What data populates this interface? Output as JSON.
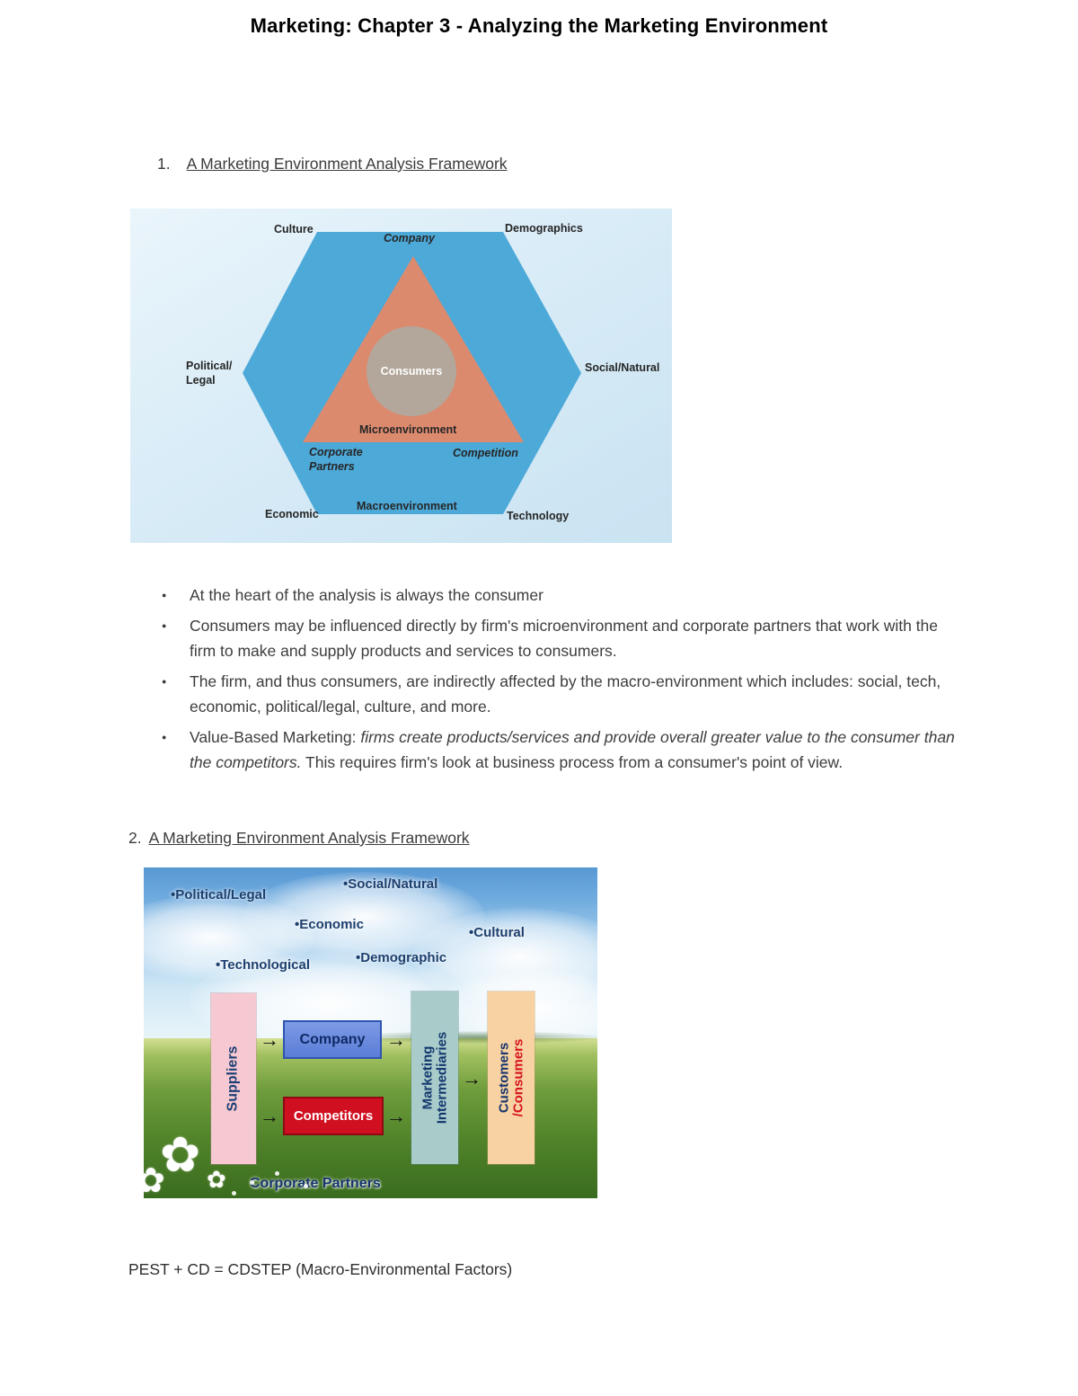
{
  "page": {
    "title": "Marketing: Chapter 3 - Analyzing the Marketing Environment",
    "footer": "PEST + CD = CDSTEP (Macro-Environmental Factors)"
  },
  "section1": {
    "number": "1.",
    "heading": "A Marketing Environment Analysis Framework",
    "bullets": {
      "b1": "At the heart of the analysis is always the consumer",
      "b2": "Consumers may be influenced directly by firm's microenvironment and corporate partners that work with the firm to make and supply products and services to consumers.",
      "b3": "The firm, and thus consumers, are indirectly affected by the macro-environment which includes:  social, tech, economic, political/legal, culture, and more.",
      "b4_pre": "Value-Based Marketing: ",
      "b4_italic": "firms create products/services and provide overall greater value to the consumer than the competitors.",
      "b4_post": " This requires firm's look at business process from a consumer's point of view."
    }
  },
  "diagram1": {
    "labels": {
      "culture": "Culture",
      "company": "Company",
      "demographics": "Demographics",
      "political_legal": "Political/\nLegal",
      "social_natural": "Social/Natural",
      "consumers": "Consumers",
      "microenvironment": "Microenvironment",
      "corporate_partners": "Corporate\nPartners",
      "competition": "Competition",
      "economic": "Economic",
      "macroenvironment": "Macroenvironment",
      "technology": "Technology"
    },
    "colors": {
      "background": "#d9ecf7",
      "hexagon": "#4da9d8",
      "triangle": "#dc8a6e",
      "circle": "#b2a79a"
    }
  },
  "section2": {
    "number": "2.",
    "heading": "A Marketing Environment Analysis Framework"
  },
  "diagram2": {
    "macro_labels": {
      "political_legal": "•Political/Legal",
      "social_natural": "•Social/Natural",
      "economic": "•Economic",
      "cultural": "•Cultural",
      "technological": "•Technological",
      "demographic": "•Demographic"
    },
    "boxes": {
      "suppliers": "Suppliers",
      "company": "Company",
      "competitors": "Competitors",
      "intermediaries_line1": "Marketing",
      "intermediaries_line2": "Intermediaries",
      "customers": "Customers",
      "consumers": "/Consumers"
    },
    "corporate_partners": "Corporate Partners",
    "icons": {
      "arrow_right": "→",
      "flower": "✿"
    },
    "colors": {
      "suppliers_bg": "#f6c9d2",
      "company_bg": "#5b7dd6",
      "competitors_bg": "#d01020",
      "intermediaries_bg": "#a9cbca",
      "customers_bg": "#f8d2a2"
    }
  }
}
